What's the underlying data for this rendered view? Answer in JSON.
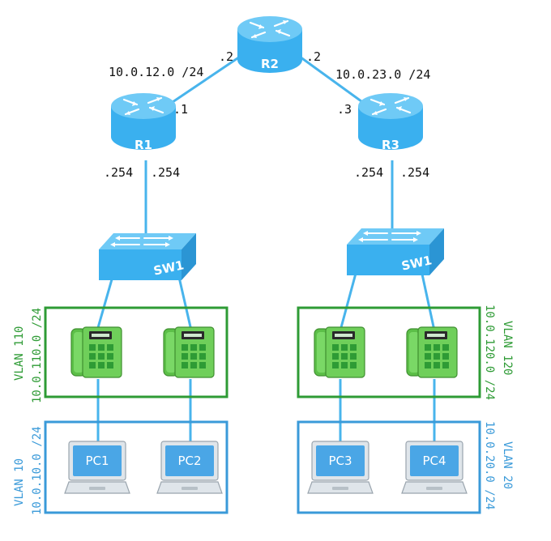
{
  "colors": {
    "router": "#3ab0ef",
    "router_top": "#6fcaf6",
    "switch": "#3ab0ef",
    "link": "#48b4ec",
    "voice_vlan": "#2e9b35",
    "data_vlan": "#3a9ad9",
    "phone": "#6fcf5a"
  },
  "routers": {
    "r1": {
      "label": "R1"
    },
    "r2": {
      "label": "R2"
    },
    "r3": {
      "label": "R3"
    }
  },
  "switches": {
    "left": {
      "label": "SW1"
    },
    "right": {
      "label": "SW1"
    }
  },
  "links": {
    "r1_r2": {
      "network": "10.0.12.0 /24",
      "r1_if": ".1",
      "r2_if": ".2"
    },
    "r2_r3": {
      "network": "10.0.23.0 /24",
      "r2_if": ".2",
      "r3_if": ".3"
    }
  },
  "gateways": {
    "r1_left": ".254",
    "r1_right": ".254",
    "r3_left": ".254",
    "r3_right": ".254"
  },
  "vlans": {
    "v110": {
      "name": "VLAN 110",
      "subnet": "10.0.110.0 /24"
    },
    "v10": {
      "name": "VLAN 10",
      "subnet": "10.0.10.0 /24"
    },
    "v120": {
      "name": "VLAN 120",
      "subnet": "10.0.120.0 /24"
    },
    "v20": {
      "name": "VLAN 20",
      "subnet": "10.0.20.0 /24"
    }
  },
  "pcs": {
    "pc1": "PC1",
    "pc2": "PC2",
    "pc3": "PC3",
    "pc4": "PC4"
  },
  "icons": {
    "router": "router-icon",
    "switch": "switch-icon",
    "phone": "ip-phone-icon",
    "pc": "laptop-icon"
  }
}
